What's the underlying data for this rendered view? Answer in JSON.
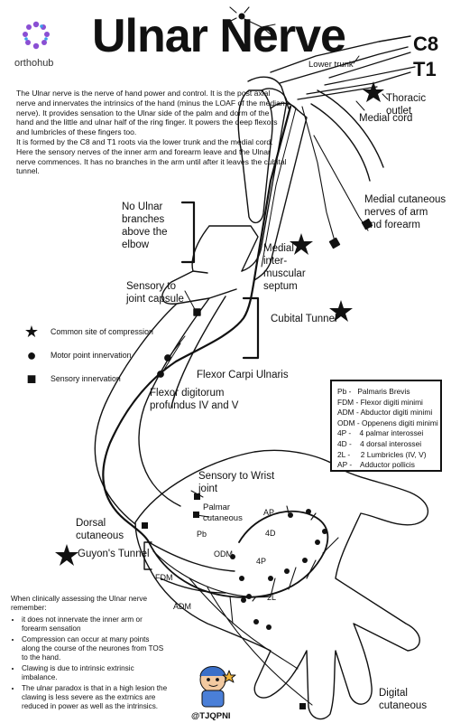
{
  "title": "Ulnar Nerve",
  "brand": {
    "name": "orthohub"
  },
  "roots": {
    "c8": "C8",
    "t1": "T1"
  },
  "intro": [
    "The Ulnar nerve is the nerve of hand power and control. It is the post axial nerve and innervates the intrinsics of the hand (minus the LOAF of the median nerve). It provides sensation to the Ulnar side of the palm and dorm of the hand and the little and ulnar half of the ring finger. It powers the deep flexors and lumbricles of these fingers too.",
    "It is formed by the C8 and T1 roots via the lower trunk and the medial cord. Here the sensory nerves of the inner arm and forearm leave and the Ulnar nerve commences. It has no branches in the arm until after it leaves the cubital tunnel."
  ],
  "labels": {
    "lower_trunk": "Lower trunk",
    "thoracic_outlet": "Thoracic outlet",
    "medial_cord": "Medial cord",
    "medial_cutaneous": "Medial cutaneous nerves of arm and forearm",
    "no_branches": "No Ulnar branches above the elbow",
    "medial_septum": "Medial inter-muscular septum",
    "joint_capsule": "Sensory to joint capsule",
    "cubital_tunnel": "Cubital Tunnel",
    "fcu": "Flexor Carpi Ulnaris",
    "fdp": "Flexor digitorum profundus IV and V",
    "wrist_joint": "Sensory to Wrist joint",
    "palmar_cutaneous": "Palmar cutaneous",
    "dorsal_cutaneous": "Dorsal cutaneous",
    "guyons_tunnel": "Guyon's Tunnel",
    "digital_cutaneous": "Digital cutaneous",
    "hand_pb": "Pb",
    "hand_fdm": "FDM",
    "hand_adm": "ADM",
    "hand_odm": "ODM",
    "hand_ap": "AP",
    "hand_4d": "4D",
    "hand_4p": "4P",
    "hand_2l": "2L"
  },
  "key": [
    {
      "icon": "star-icon",
      "text": "Common site of compression"
    },
    {
      "icon": "circle-icon",
      "text": "Motor point innervation"
    },
    {
      "icon": "square-icon",
      "text": "Sensory innervation"
    }
  ],
  "abbreviations": [
    "Pb -   Palmaris Brevis",
    "FDM - Flexor digiti minimi",
    "ADM - Abductor digiti minimi",
    "ODM - Oppenens digiti minimi",
    "4P -    4 palmar interossei",
    "4D -    4 dorsal interossei",
    "2L -     2 Lumbricles (IV, V)",
    "AP -    Adductor pollicis"
  ],
  "notes": {
    "intro": "When clinically assessing the Ulnar nerve remember:",
    "points": [
      "it does not innervate the inner arm or forearm sensation",
      "Compression can occur at many points along the course of the neurones from TOS to the hand.",
      "Clawing is due to intrinsic extrinsic imbalance.",
      "The ulnar paradox is that in a high lesion the clawing is less severe as the extrnics are reduced in power as well as the intrinsics."
    ]
  },
  "handle": "@TJQPNI"
}
